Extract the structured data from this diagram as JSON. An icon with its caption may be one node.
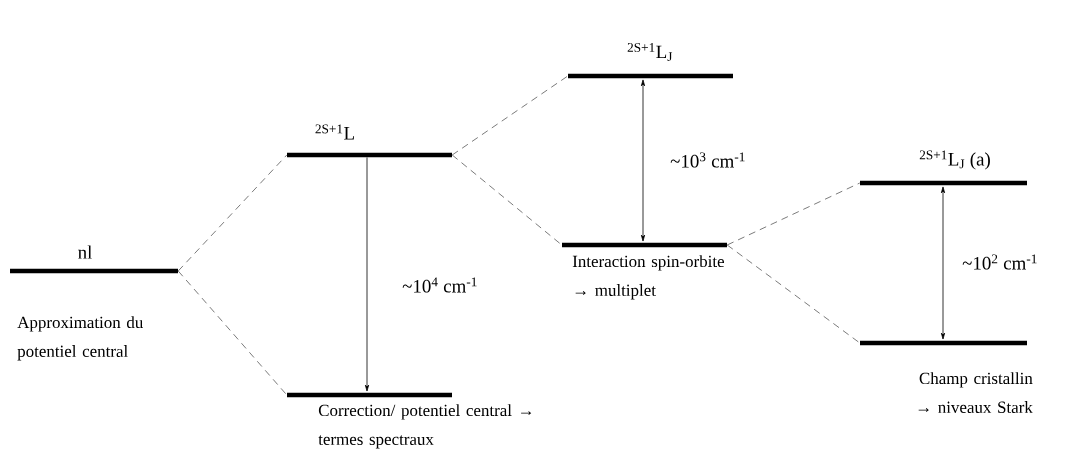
{
  "diagram": {
    "nodes": [
      {
        "text": [
          "nl"
        ],
        "beside": [
          "Approximation du potentiel central"
        ]
      },
      {
        "text": [
          "$^{2S+1}$L"
        ]
      },
      {
        "text": [],
        "shape": "bar",
        "beside": [
          "Correction/ potentiel central → termes spectraux"
        ]
      },
      {
        "text": [
          "$^{2S+1}$L$_{J}$"
        ]
      },
      {
        "text": [],
        "shape": "bar",
        "beside": [
          "Interaction spin-orbite → multiplet"
        ]
      },
      {
        "text": [
          "$^{2S+1}$L$_{J}$ (a)"
        ]
      },
      {
        "text": [],
        "shape": "bar",
        "beside": [
          "Champ cristallin → niveaux Stark"
        ]
      }
    ],
    "edges": [
      {
        "from": 0,
        "to": 1,
        "arrow": "none",
        "style": "dashed"
      },
      {
        "from": 0,
        "to": 2,
        "arrow": "none",
        "style": "dashed"
      },
      {
        "from": 1,
        "to": 2,
        "arrow": "to",
        "label": "~10$^{4}$ cm$^{-1}$"
      },
      {
        "from": 1,
        "to": 3,
        "arrow": "none",
        "style": "dashed"
      },
      {
        "from": 1,
        "to": 4,
        "arrow": "none",
        "style": "dashed"
      },
      {
        "from": 3,
        "to": 4,
        "arrow": "both",
        "label": "~10$^{3}$ cm$^{-1}$"
      },
      {
        "from": 4,
        "to": 5,
        "arrow": "none",
        "style": "dashed"
      },
      {
        "from": 4,
        "to": 6,
        "arrow": "none",
        "style": "dashed"
      },
      {
        "from": 5,
        "to": 6,
        "arrow": "both",
        "label": "~10$^{2}$ cm$^{-1}$"
      }
    ]
  }
}
